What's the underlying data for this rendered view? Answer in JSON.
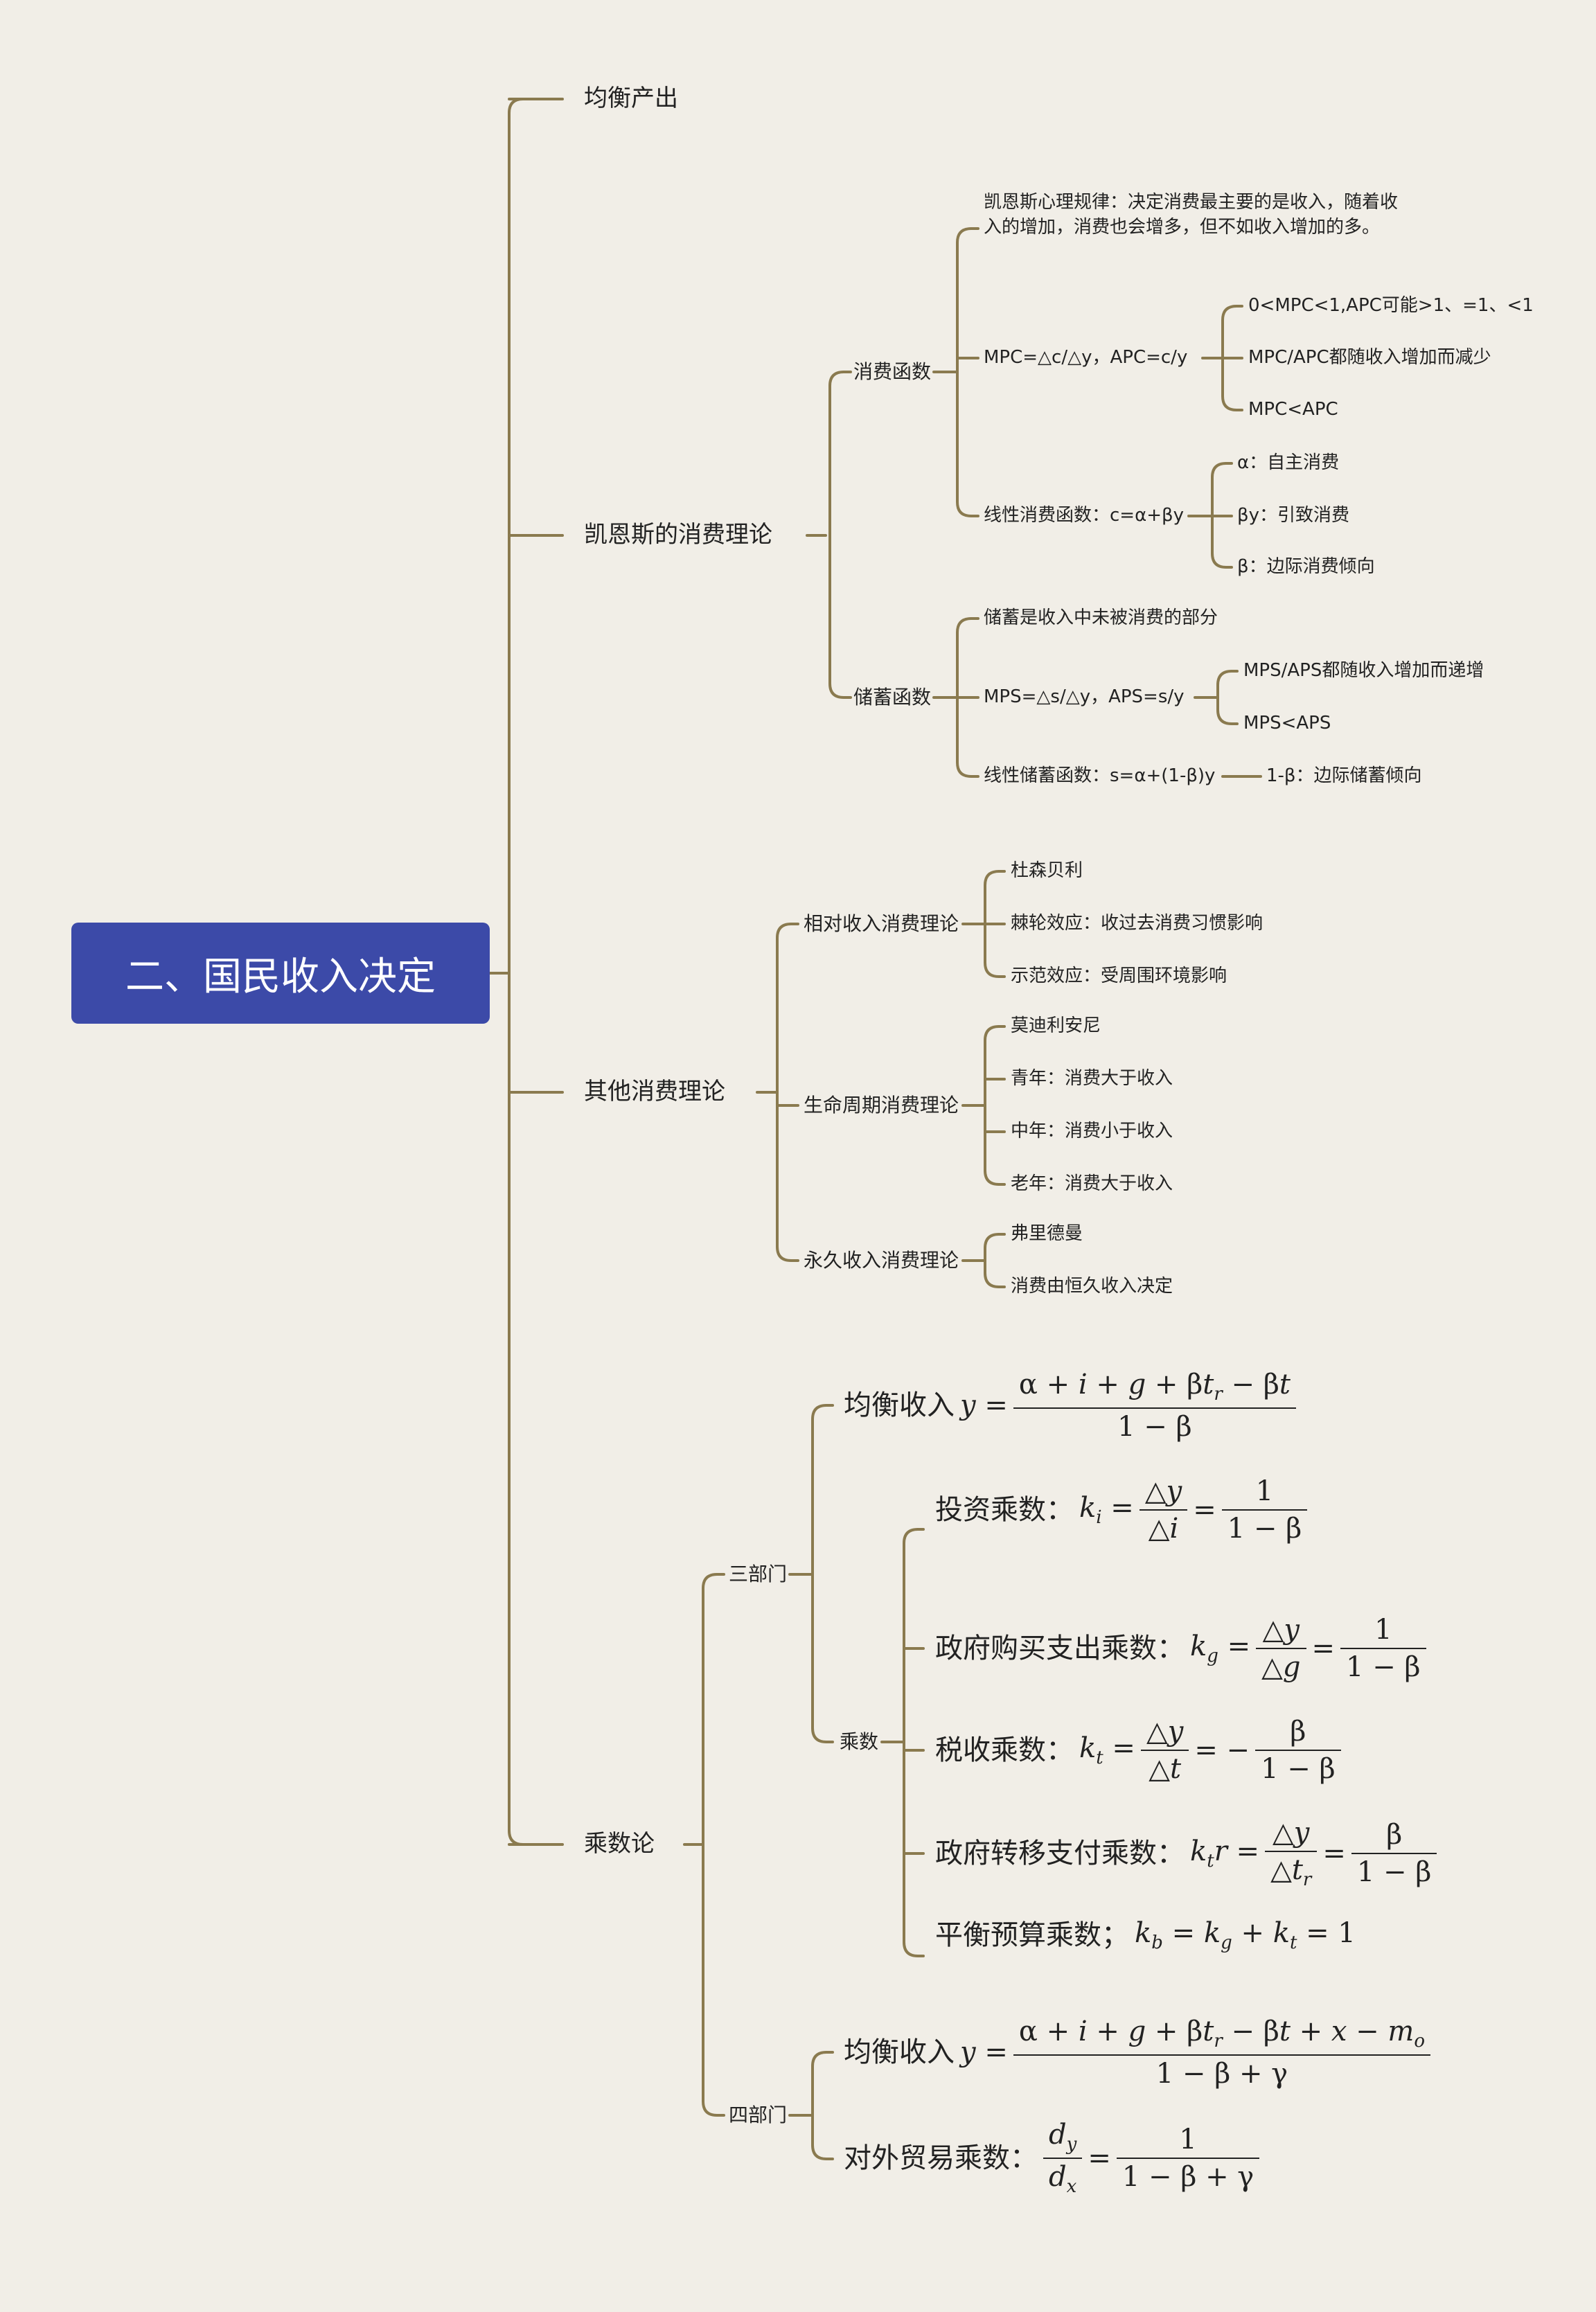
{
  "root": "二、国民收入决定",
  "branches": {
    "equilibrium_output": "均衡产出",
    "keynes": {
      "label": "凯恩斯的消费理论",
      "consumption_function": {
        "label": "消费函数",
        "law": "凯恩斯心理规律：决定消费最主要的是收入，随着收入的增加，消费也会增多，但不如收入增加的多。",
        "mpc": {
          "label": "MPC=△c/△y，APC=c/y",
          "items": [
            "0<MPC<1,APC可能>1、=1、<1",
            "MPC/APC都随收入增加而减少",
            "MPC<APC"
          ]
        },
        "linear": {
          "label": "线性消费函数：c=α+βy",
          "items": [
            "α：自主消费",
            "βy：引致消费",
            "β：边际消费倾向"
          ]
        }
      },
      "saving_function": {
        "label": "储蓄函数",
        "def": "储蓄是收入中未被消费的部分",
        "mps": {
          "label": "MPS=△s/△y，APS=s/y",
          "items": [
            "MPS/APS都随收入增加而递增",
            "MPS<APS"
          ]
        },
        "linear": {
          "label": "线性储蓄函数：s=α+(1-β)y",
          "item": "1-β：边际储蓄倾向"
        }
      }
    },
    "other": {
      "label": "其他消费理论",
      "relative": {
        "label": "相对收入消费理论",
        "items": [
          "杜森贝利",
          "棘轮效应：收过去消费习惯影响",
          "示范效应：受周围环境影响"
        ]
      },
      "lifecycle": {
        "label": "生命周期消费理论",
        "items": [
          "莫迪利安尼",
          "青年：消费大于收入",
          "中年：消费小于收入",
          "老年：消费大于收入"
        ]
      },
      "permanent": {
        "label": "永久收入消费理论",
        "items": [
          "弗里德曼",
          "消费由恒久收入决定"
        ]
      }
    },
    "multiplier": {
      "label": "乘数论",
      "three": {
        "label": "三部门",
        "eq_label": "均衡收入",
        "mult": {
          "label": "乘数",
          "invest": "投资乘数：",
          "gov": "政府购买支出乘数：",
          "tax": "税收乘数：",
          "transfer": "政府转移支付乘数：",
          "balanced": "平衡预算乘数；"
        }
      },
      "four": {
        "label": "四部门",
        "eq_label": "均衡收入",
        "trade": "对外贸易乘数："
      }
    }
  }
}
